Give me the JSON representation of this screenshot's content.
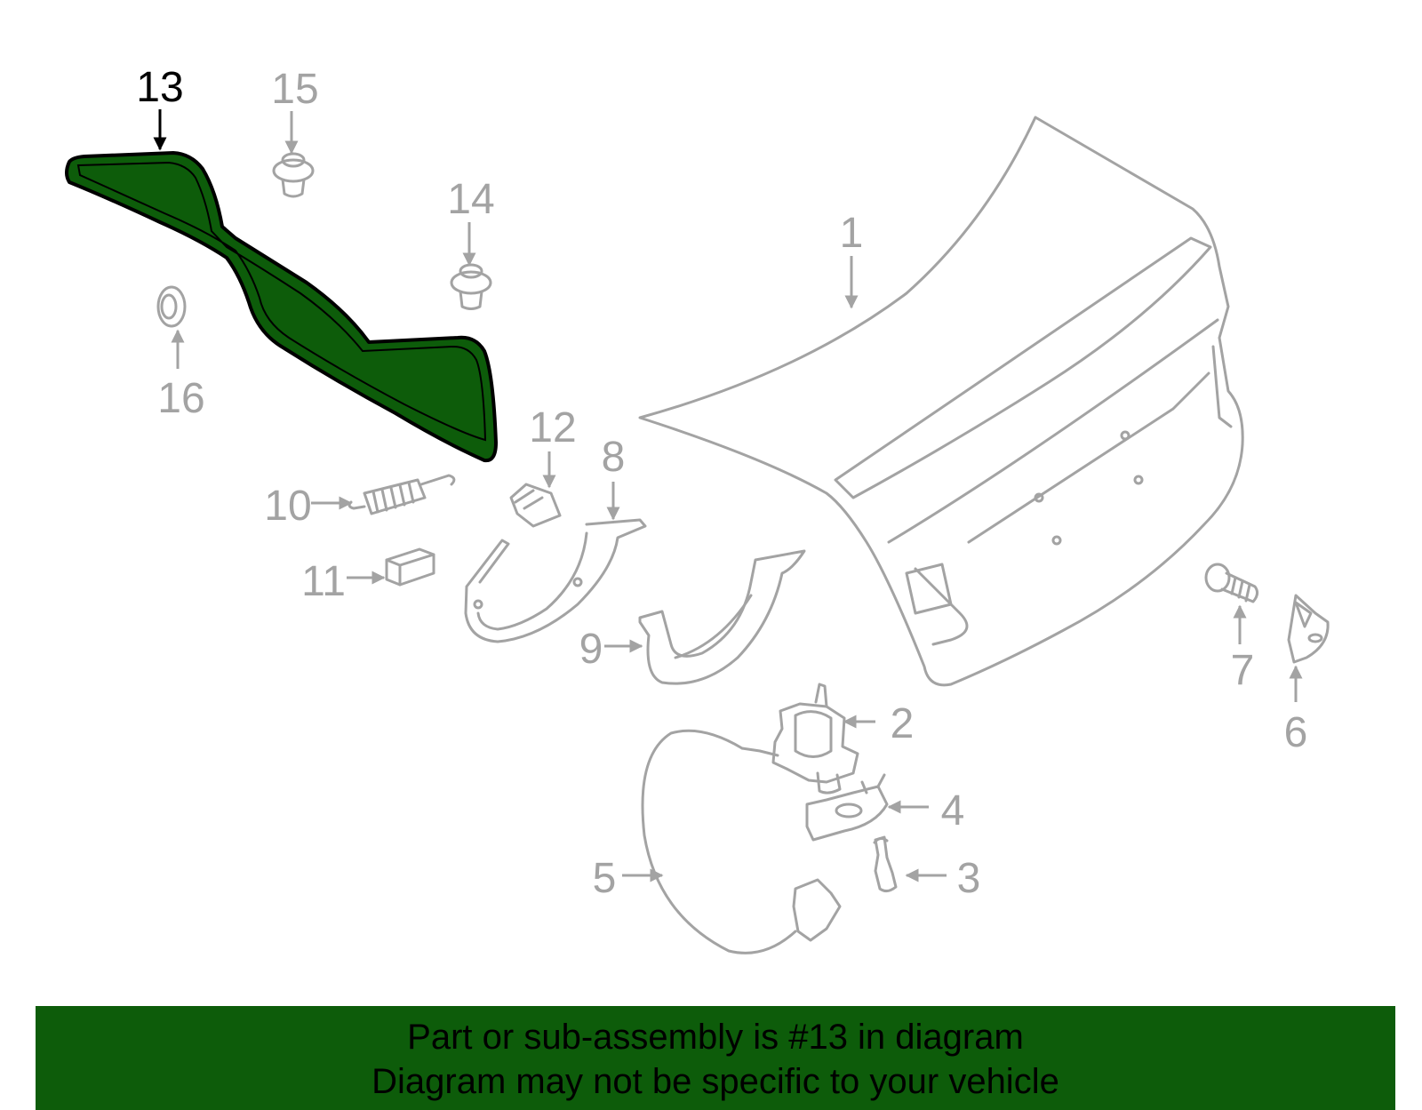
{
  "colors": {
    "highlight_fill": "#0d5c0a",
    "outline_gray": "#a3a3a3",
    "active_label": "#000000",
    "banner_bg": "#0d5c0a"
  },
  "callouts": {
    "c1": "1",
    "c2": "2",
    "c3": "3",
    "c4": "4",
    "c5": "5",
    "c6": "6",
    "c7": "7",
    "c8": "8",
    "c9": "9",
    "c10": "10",
    "c11": "11",
    "c12": "12",
    "c13": "13",
    "c14": "14",
    "c15": "15",
    "c16": "16"
  },
  "highlighted_part": "13",
  "banner": {
    "line1": "Part or sub-assembly is #13 in diagram",
    "line2": "Diagram may not be specific to your vehicle"
  }
}
